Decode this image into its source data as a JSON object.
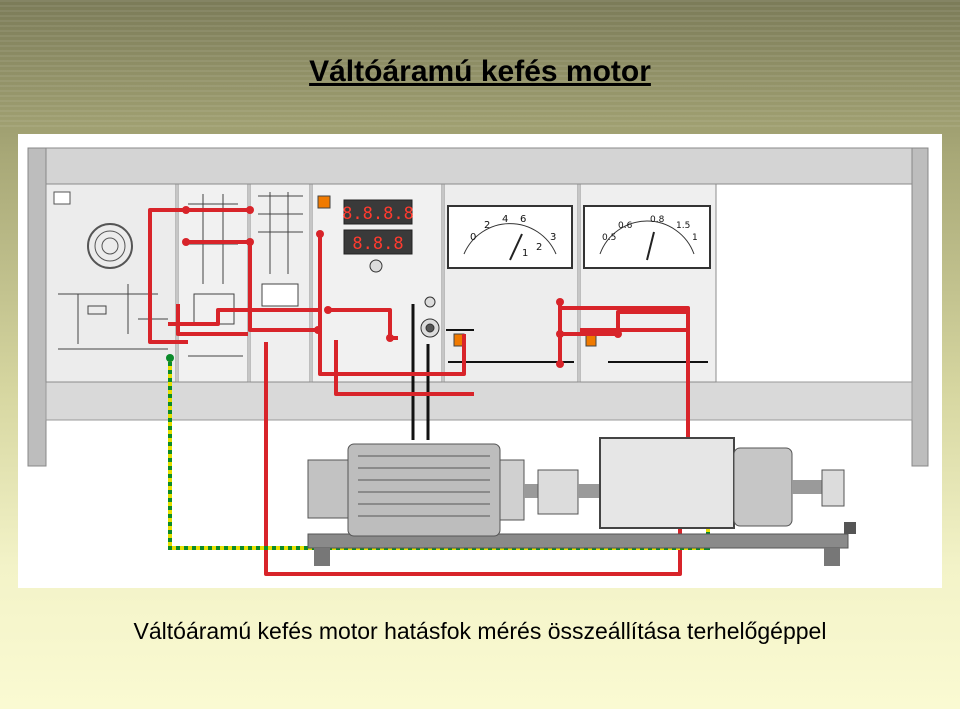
{
  "slide": {
    "title": "Váltóáramú kefés motor",
    "caption": "Váltóáramú kefés motor hatásfok mérés összeállítása terhelőgéppel"
  },
  "diagram": {
    "displays": {
      "display_1": "8.8.8.8",
      "display_2": "8.8.8"
    },
    "meter_left_scale": [
      "0",
      "2",
      "4",
      "6",
      "1",
      "2",
      "3"
    ],
    "meter_right_scale": [
      "0.5",
      "0.6",
      "0.8",
      "1.5",
      "1"
    ],
    "colors": {
      "wire_red": "#d8242a",
      "ground_green": "#0a8a2a",
      "ground_yellow": "#e8e000",
      "panel_grey": "#c8c8c8",
      "rail_grey": "#d6d6d6",
      "frame_grey": "#9a9a9a"
    }
  }
}
